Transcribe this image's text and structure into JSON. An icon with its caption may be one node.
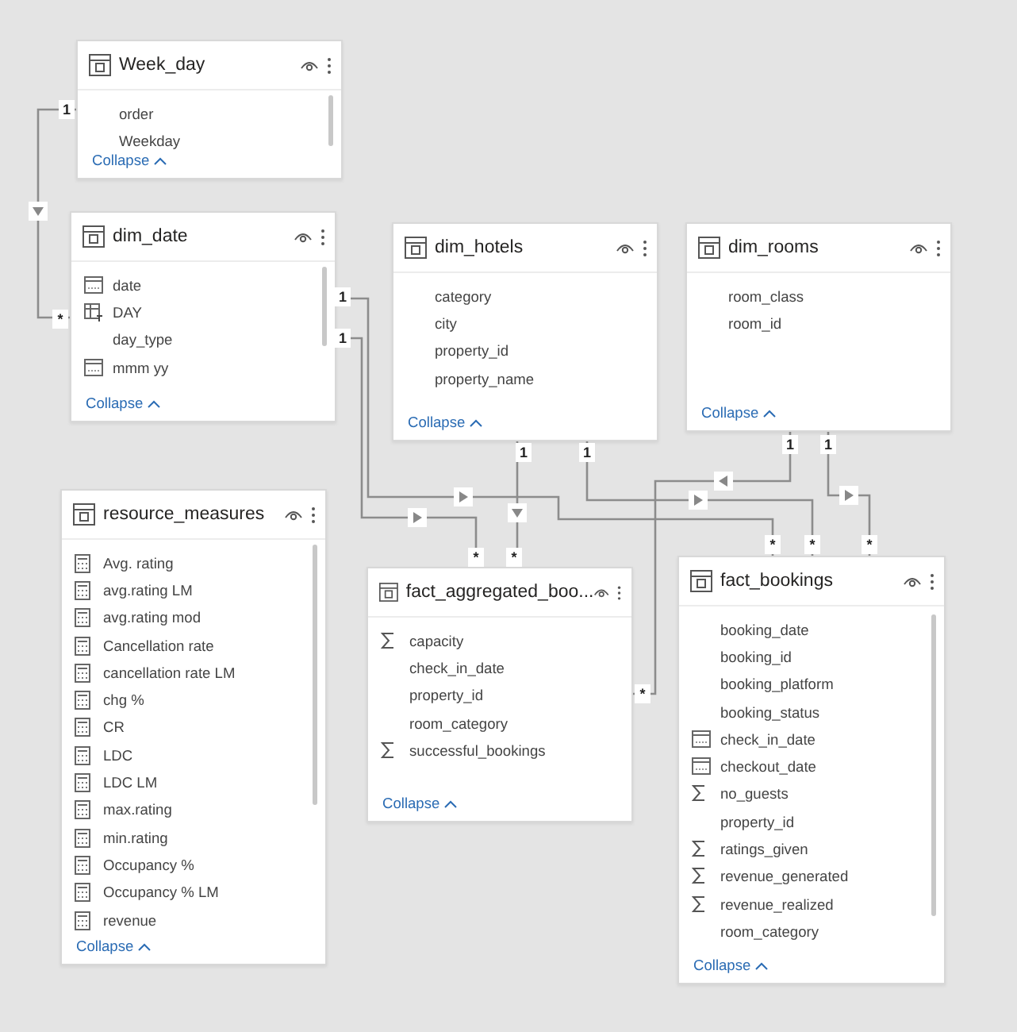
{
  "diagram": {
    "nodes": [
      {
        "text": [
          "Week_day",
          "order",
          "Weekday",
          "Collapse"
        ]
      },
      {
        "text": [
          "dim_date",
          "date",
          "DAY",
          "day_type",
          "mmm yy",
          "Collapse"
        ]
      },
      {
        "text": [
          "dim_hotels",
          "category",
          "city",
          "property_id",
          "property_name",
          "Collapse"
        ]
      },
      {
        "text": [
          "dim_rooms",
          "room_class",
          "room_id",
          "Collapse"
        ]
      },
      {
        "text": [
          "resource_measures",
          "Avg. rating",
          "avg.rating LM",
          "avg.rating mod",
          "Cancellation rate",
          "cancellation rate LM",
          "chg %",
          "CR",
          "LDC",
          "LDC LM",
          "max.rating",
          "min.rating",
          "Occupancy %",
          "Occupancy % LM",
          "revenue",
          "Collapse"
        ]
      },
      {
        "text": [
          "fact_aggregated_boo...",
          "capacity",
          "check_in_date",
          "property_id",
          "room_category",
          "successful_bookings",
          "Collapse"
        ]
      },
      {
        "text": [
          "fact_bookings",
          "booking_date",
          "booking_id",
          "booking_platform",
          "booking_status",
          "check_in_date",
          "checkout_date",
          "no_guests",
          "property_id",
          "ratings_given",
          "revenue_generated",
          "revenue_realized",
          "room_category",
          "Collapse"
        ]
      }
    ],
    "edges": [
      {
        "from": 0,
        "to": 1,
        "arrow": "to"
      },
      {
        "from": 1,
        "to": 6,
        "arrow": "to"
      },
      {
        "from": 1,
        "to": 5,
        "arrow": "to"
      },
      {
        "from": 2,
        "to": 5,
        "arrow": "to"
      },
      {
        "from": 2,
        "to": 6,
        "arrow": "to"
      },
      {
        "from": 3,
        "to": 5,
        "arrow": "to"
      },
      {
        "from": 3,
        "to": 6,
        "arrow": "to"
      }
    ],
    "labels": [
      "1",
      "*",
      "1",
      "*",
      "1",
      "*",
      "1",
      "*",
      "1",
      "*",
      "1",
      "*",
      "1",
      "*"
    ]
  }
}
